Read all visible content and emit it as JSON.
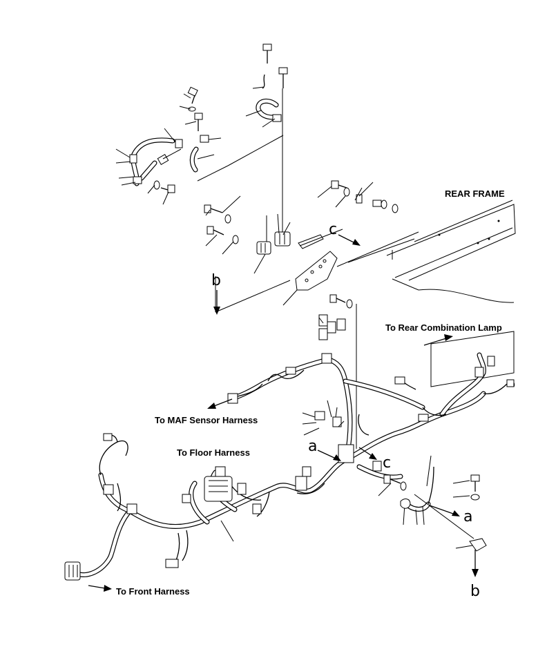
{
  "labels": {
    "rear_frame": "REAR FRAME",
    "rear_combination_lamp": "To Rear Combination Lamp",
    "maf_sensor_harness": "To MAF Sensor Harness",
    "floor_harness": "To Floor Harness",
    "front_harness": "To Front Harness"
  },
  "refs": {
    "a": "a",
    "b": "b",
    "c": "c"
  },
  "icons": {
    "arrow": "arrow-icon",
    "bolt": "bolt-icon",
    "washer": "washer-icon",
    "connector": "connector-icon",
    "clamp": "clamp-icon"
  },
  "colors": {
    "ink": "#000000",
    "paper": "#ffffff"
  }
}
